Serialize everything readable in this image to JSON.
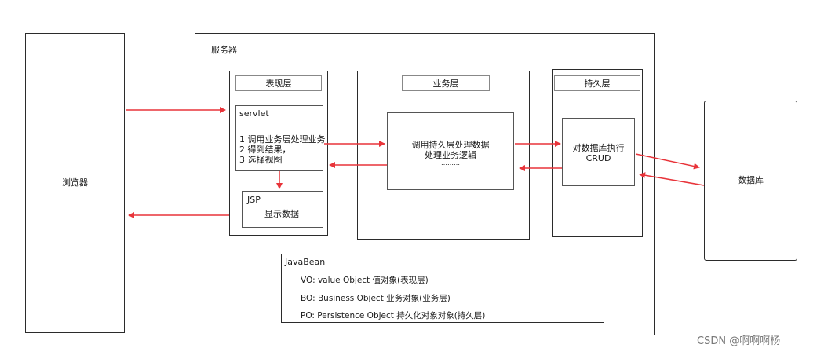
{
  "browser": {
    "label": "浏览器"
  },
  "server": {
    "label": "服务器",
    "presentation": {
      "header": "表现层",
      "servlet": {
        "title": "servlet",
        "steps": [
          "1  调用业务层处理业务",
          "2  得到结果，",
          "3  选择视图"
        ]
      },
      "jsp": {
        "title": "JSP",
        "text": "显示数据"
      }
    },
    "business": {
      "header": "业务层",
      "inner": {
        "line1": "调用持久层处理数据",
        "line2": "处理业务逻辑",
        "line3": "………"
      }
    },
    "persistence": {
      "header": "持久层",
      "inner": {
        "line1": "对数据库执行",
        "line2": "CRUD"
      }
    },
    "javabean": {
      "title": "JavaBean",
      "items": [
        "VO: value Object  值对象(表现层)",
        "BO: Business Object  业务对象(业务层)",
        "PO: Persistence Object  持久化对象对象(持久层)"
      ]
    }
  },
  "database": {
    "label": "数据库"
  },
  "watermark": "CSDN @啊啊啊杨",
  "colors": {
    "arrow": "#e8343a",
    "border": "#2b2b2b"
  }
}
